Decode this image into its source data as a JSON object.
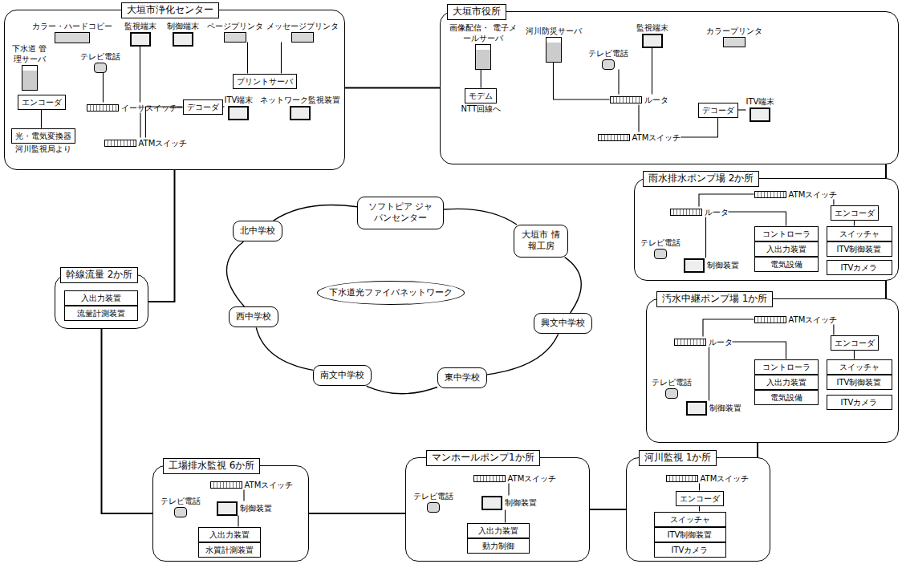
{
  "diagram": {
    "nodes": [
      {
        "text": [
          "大垣市浄化センター"
        ]
      },
      {
        "text": [
          "下水道 管理サーバ"
        ],
        "in": 0
      },
      {
        "text": [
          "カラー・ハードコピー"
        ],
        "in": 0
      },
      {
        "text": [
          "テレビ電話"
        ],
        "in": 0
      },
      {
        "text": [
          "監視端末"
        ],
        "in": 0
      },
      {
        "text": [
          "制御端末"
        ],
        "in": 0
      },
      {
        "text": [
          "ページプリンタ"
        ],
        "in": 0
      },
      {
        "text": [
          "メッセージプリンタ"
        ],
        "in": 0
      },
      {
        "text": [
          "プリントサーバ"
        ],
        "in": 0
      },
      {
        "text": [
          "イーサスイッチ"
        ],
        "in": 0
      },
      {
        "text": [
          "デコーダ"
        ],
        "in": 0
      },
      {
        "text": [
          "ITV端末"
        ],
        "in": 0
      },
      {
        "text": [
          "ネットワーク監視装置"
        ],
        "in": 0
      },
      {
        "text": [
          "ATMスイッチ"
        ],
        "in": 0
      },
      {
        "text": [
          "エンコーダ"
        ],
        "in": 0
      },
      {
        "text": [
          "光・電気変換器",
          "河川監視局より"
        ],
        "in": 0
      },
      {
        "text": [
          "大垣市役所"
        ]
      },
      {
        "text": [
          "画像配信・ 電子メールサーバ"
        ],
        "in": 16
      },
      {
        "text": [
          "河川防災サーバ"
        ],
        "in": 16
      },
      {
        "text": [
          "テレビ電話"
        ],
        "in": 16
      },
      {
        "text": [
          "監視端末"
        ],
        "in": 16
      },
      {
        "text": [
          "カラープリンタ"
        ],
        "in": 16
      },
      {
        "text": [
          "モデム",
          "NTT回線へ"
        ],
        "in": 16
      },
      {
        "text": [
          "ルータ"
        ],
        "in": 16
      },
      {
        "text": [
          "デコーダ"
        ],
        "in": 16
      },
      {
        "text": [
          "ITV端末"
        ],
        "in": 16
      },
      {
        "text": [
          "ATMスイッチ"
        ],
        "in": 16
      },
      {
        "text": [
          "雨水排水ポンプ場 2か所"
        ]
      },
      {
        "text": [
          "ATMスイッチ"
        ],
        "in": 27
      },
      {
        "text": [
          "ルータ"
        ],
        "in": 27
      },
      {
        "text": [
          "エンコーダ"
        ],
        "in": 27
      },
      {
        "text": [
          "テレビ電話"
        ],
        "in": 27
      },
      {
        "text": [
          "制御装置"
        ],
        "in": 27
      },
      {
        "text": [
          "コントローラ"
        ],
        "in": 27
      },
      {
        "text": [
          "入出力装置"
        ],
        "in": 27
      },
      {
        "text": [
          "電気設備"
        ],
        "in": 27
      },
      {
        "text": [
          "スイッチャ"
        ],
        "in": 27
      },
      {
        "text": [
          "ITV制御装置"
        ],
        "in": 27
      },
      {
        "text": [
          "ITVカメラ"
        ],
        "in": 27
      },
      {
        "text": [
          "汚水中継ポンプ場 1か所"
        ]
      },
      {
        "text": [
          "ATMスイッチ"
        ],
        "in": 39
      },
      {
        "text": [
          "ルータ"
        ],
        "in": 39
      },
      {
        "text": [
          "エンコーダ"
        ],
        "in": 39
      },
      {
        "text": [
          "テレビ電話"
        ],
        "in": 39
      },
      {
        "text": [
          "制御装置"
        ],
        "in": 39
      },
      {
        "text": [
          "コントローラ"
        ],
        "in": 39
      },
      {
        "text": [
          "入出力装置"
        ],
        "in": 39
      },
      {
        "text": [
          "電気設備"
        ],
        "in": 39
      },
      {
        "text": [
          "スイッチャ"
        ],
        "in": 39
      },
      {
        "text": [
          "ITV制御装置"
        ],
        "in": 39
      },
      {
        "text": [
          "ITVカメラ"
        ],
        "in": 39
      },
      {
        "text": [
          "河川監視 1か所"
        ]
      },
      {
        "text": [
          "ATMスイッチ"
        ],
        "in": 51
      },
      {
        "text": [
          "エンコーダ"
        ],
        "in": 51
      },
      {
        "text": [
          "スイッチャ"
        ],
        "in": 51
      },
      {
        "text": [
          "ITV制御装置"
        ],
        "in": 51
      },
      {
        "text": [
          "ITVカメラ"
        ],
        "in": 51
      },
      {
        "text": [
          "マンホールポンプ1か所"
        ]
      },
      {
        "text": [
          "ATMスイッチ"
        ],
        "in": 57
      },
      {
        "text": [
          "テレビ電話"
        ],
        "in": 57
      },
      {
        "text": [
          "制御装置"
        ],
        "in": 57
      },
      {
        "text": [
          "入出力装置"
        ],
        "in": 57
      },
      {
        "text": [
          "動力制御"
        ],
        "in": 57
      },
      {
        "text": [
          "工場排水監視 6か所"
        ]
      },
      {
        "text": [
          "ATMスイッチ"
        ],
        "in": 63
      },
      {
        "text": [
          "テレビ電話"
        ],
        "in": 63
      },
      {
        "text": [
          "制御装置"
        ],
        "in": 63
      },
      {
        "text": [
          "入出力装置"
        ],
        "in": 63
      },
      {
        "text": [
          "水質計測装置"
        ],
        "in": 63
      },
      {
        "text": [
          "幹線流量 2か所"
        ]
      },
      {
        "text": [
          "入出力装置"
        ],
        "in": 69
      },
      {
        "text": [
          "流量計測装置"
        ],
        "in": 69
      },
      {
        "text": [
          "下水道光ファイバネットワーク"
        ]
      },
      {
        "text": [
          "ソフトピア ジャパンセンター"
        ]
      },
      {
        "text": [
          "大垣市 情報工房"
        ]
      },
      {
        "text": [
          "興文中学校"
        ]
      },
      {
        "text": [
          "東中学校"
        ]
      },
      {
        "text": [
          "南文中学校"
        ]
      },
      {
        "text": [
          "西中学校"
        ]
      },
      {
        "text": [
          "北中学校"
        ]
      }
    ],
    "edges": [
      {
        "from": 0,
        "to": 16,
        "arrow": "none"
      },
      {
        "from": 16,
        "to": 27,
        "arrow": "none"
      },
      {
        "from": 27,
        "to": 39,
        "arrow": "none"
      },
      {
        "from": 39,
        "to": 51,
        "arrow": "none"
      },
      {
        "from": 51,
        "to": 57,
        "arrow": "none"
      },
      {
        "from": 57,
        "to": 63,
        "arrow": "none"
      },
      {
        "from": 63,
        "to": 69,
        "arrow": "none"
      },
      {
        "from": 69,
        "to": 0,
        "arrow": "none"
      },
      {
        "from": 73,
        "to": 74,
        "arrow": "none"
      },
      {
        "from": 74,
        "to": 75,
        "arrow": "none"
      },
      {
        "from": 75,
        "to": 76,
        "arrow": "none"
      },
      {
        "from": 76,
        "to": 77,
        "arrow": "none"
      },
      {
        "from": 77,
        "to": 78,
        "arrow": "none"
      },
      {
        "from": 78,
        "to": 79,
        "arrow": "none"
      },
      {
        "from": 79,
        "to": 73,
        "arrow": "none"
      },
      {
        "from": 13,
        "to": 9,
        "arrow": "none"
      },
      {
        "from": 13,
        "to": 10,
        "arrow": "none"
      },
      {
        "from": 14,
        "to": 15,
        "arrow": "none"
      },
      {
        "from": 10,
        "to": 11,
        "arrow": "none"
      },
      {
        "from": 9,
        "to": 4,
        "arrow": "none"
      },
      {
        "from": 9,
        "to": 3,
        "arrow": "none"
      },
      {
        "from": 9,
        "to": 10,
        "arrow": "none"
      },
      {
        "from": 8,
        "to": 6,
        "arrow": "none"
      },
      {
        "from": 8,
        "to": 7,
        "arrow": "none"
      },
      {
        "from": 17,
        "to": 22,
        "arrow": "none"
      },
      {
        "from": 23,
        "to": 26,
        "arrow": "none"
      },
      {
        "from": 23,
        "to": 19,
        "arrow": "none"
      },
      {
        "from": 23,
        "to": 20,
        "arrow": "none"
      },
      {
        "from": 23,
        "to": 18,
        "arrow": "none"
      },
      {
        "from": 26,
        "to": 24,
        "arrow": "none"
      },
      {
        "from": 24,
        "to": 25,
        "arrow": "none"
      },
      {
        "from": 28,
        "to": 29,
        "arrow": "none"
      },
      {
        "from": 28,
        "to": 30,
        "arrow": "none"
      },
      {
        "from": 29,
        "to": 32,
        "arrow": "none"
      },
      {
        "from": 29,
        "to": 33,
        "arrow": "none"
      },
      {
        "from": 30,
        "to": 36,
        "arrow": "none"
      },
      {
        "from": 40,
        "to": 41,
        "arrow": "none"
      },
      {
        "from": 40,
        "to": 42,
        "arrow": "none"
      },
      {
        "from": 41,
        "to": 44,
        "arrow": "none"
      },
      {
        "from": 41,
        "to": 45,
        "arrow": "none"
      },
      {
        "from": 42,
        "to": 48,
        "arrow": "none"
      },
      {
        "from": 52,
        "to": 53,
        "arrow": "none"
      },
      {
        "from": 53,
        "to": 54,
        "arrow": "none"
      },
      {
        "from": 58,
        "to": 60,
        "arrow": "none"
      },
      {
        "from": 60,
        "to": 61,
        "arrow": "none"
      },
      {
        "from": 64,
        "to": 66,
        "arrow": "none"
      },
      {
        "from": 66,
        "to": 67,
        "arrow": "none"
      }
    ]
  }
}
